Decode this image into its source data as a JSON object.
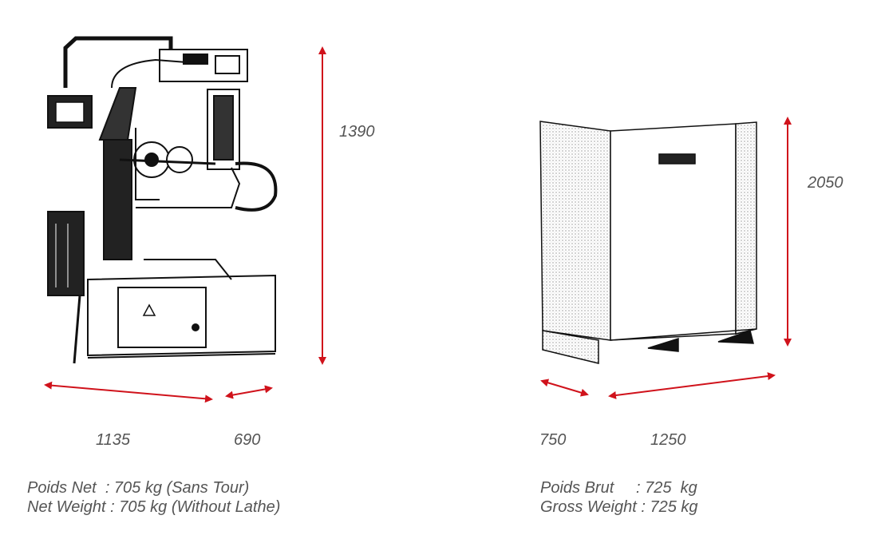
{
  "colors": {
    "arrow": "#d0121b",
    "text": "#555555",
    "ink": "#111111"
  },
  "machine": {
    "dimensions": {
      "height": "1390",
      "length": "1135",
      "width": "690"
    },
    "weight": {
      "fr": "Poids Net  : 705 kg (Sans Tour)",
      "en": "Net Weight : 705 kg (Without Lathe)"
    }
  },
  "crate": {
    "dimensions": {
      "height": "2050",
      "depth": "750",
      "length": "1250"
    },
    "weight": {
      "fr": "Poids Brut     : 725  kg",
      "en": "Gross Weight : 725 kg"
    }
  }
}
